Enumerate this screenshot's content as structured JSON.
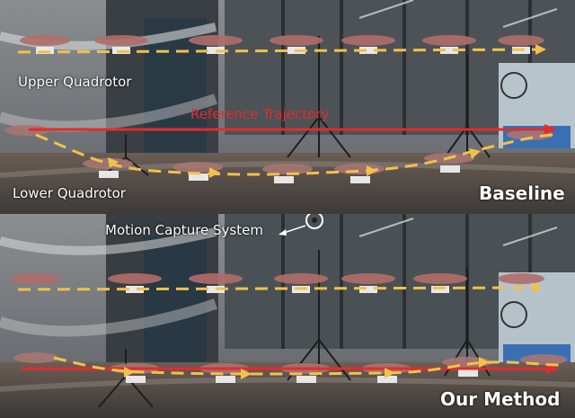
{
  "labels": {
    "upper_quadrotor": "Upper Quadrotor",
    "lower_quadrotor": "Lower Quadrotor",
    "reference_trajectory": "Reference Trajectory",
    "baseline": "Baseline",
    "motion_capture_system": "Motion Capture System",
    "our_method": "Our Method"
  },
  "colors": {
    "reference": "#e52b2b",
    "trajectory": "#f2c14a",
    "text": "#ffffff"
  },
  "icons": {
    "marker": "motion-capture-circle",
    "arrow": "arrow-icon"
  }
}
